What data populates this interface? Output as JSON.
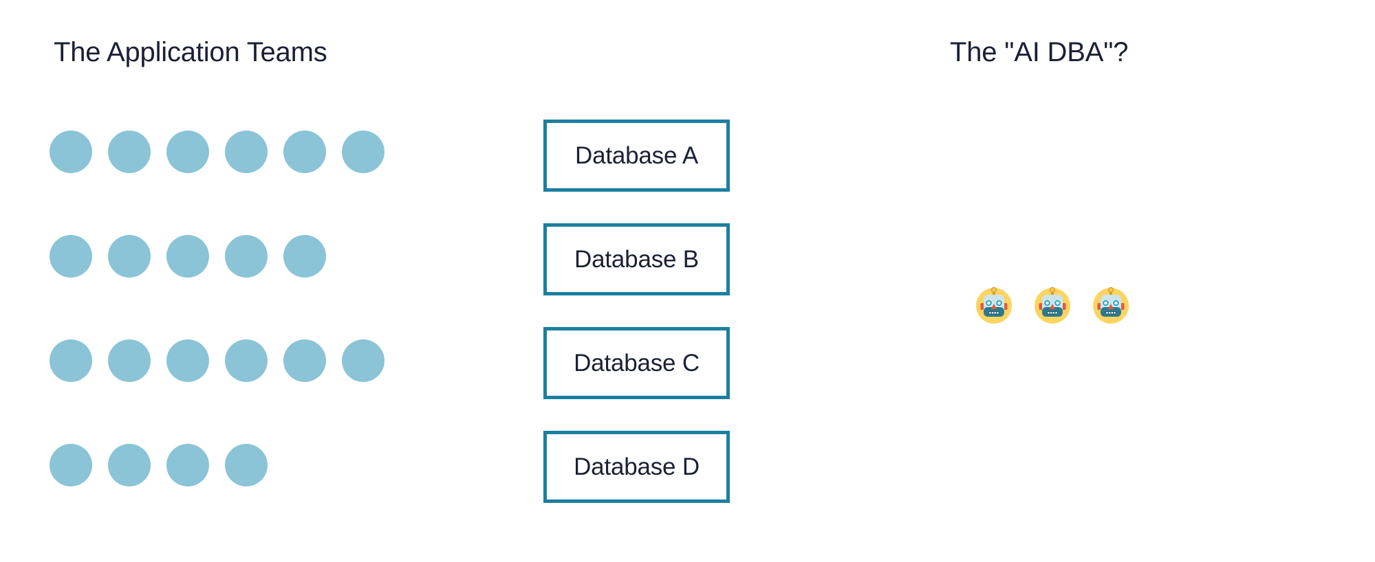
{
  "slide": {
    "background_color": "#ffffff"
  },
  "left_column": {
    "title": "The Application Teams",
    "title_color": "#1a2035",
    "dot_color": "#8AC4D6",
    "dot_icon_name": "team-member-dot",
    "rows": [
      {
        "row_label": "team-row-1",
        "count": 6
      },
      {
        "row_label": "team-row-2",
        "count": 5
      },
      {
        "row_label": "team-row-3",
        "count": 6
      },
      {
        "row_label": "team-row-4",
        "count": 4
      }
    ],
    "total_dots": 21
  },
  "middle_column": {
    "border_color": "#1B7FA0",
    "fill_color": "#ffffff",
    "label_color": "#1a2035",
    "databases": [
      {
        "label": "Database A"
      },
      {
        "label": "Database B"
      },
      {
        "label": "Database C"
      },
      {
        "label": "Database D"
      }
    ]
  },
  "right_column": {
    "title": "The \"AI DBA\"?",
    "title_color": "#1a2035",
    "robot_icon_name": "robot-face-emoji",
    "robot_glyph": "🤖",
    "robot_badge_color": "#FCD462",
    "robot_head_color": "#CFE3EA",
    "robot_body_color": "#2E7A8C",
    "robot_eye_color": "#2EA8C4",
    "robot_nose_color": "#E05A3C",
    "robots": [
      {
        "name": "robot-1"
      },
      {
        "name": "robot-2"
      },
      {
        "name": "robot-3"
      }
    ],
    "robot_count": 3
  }
}
